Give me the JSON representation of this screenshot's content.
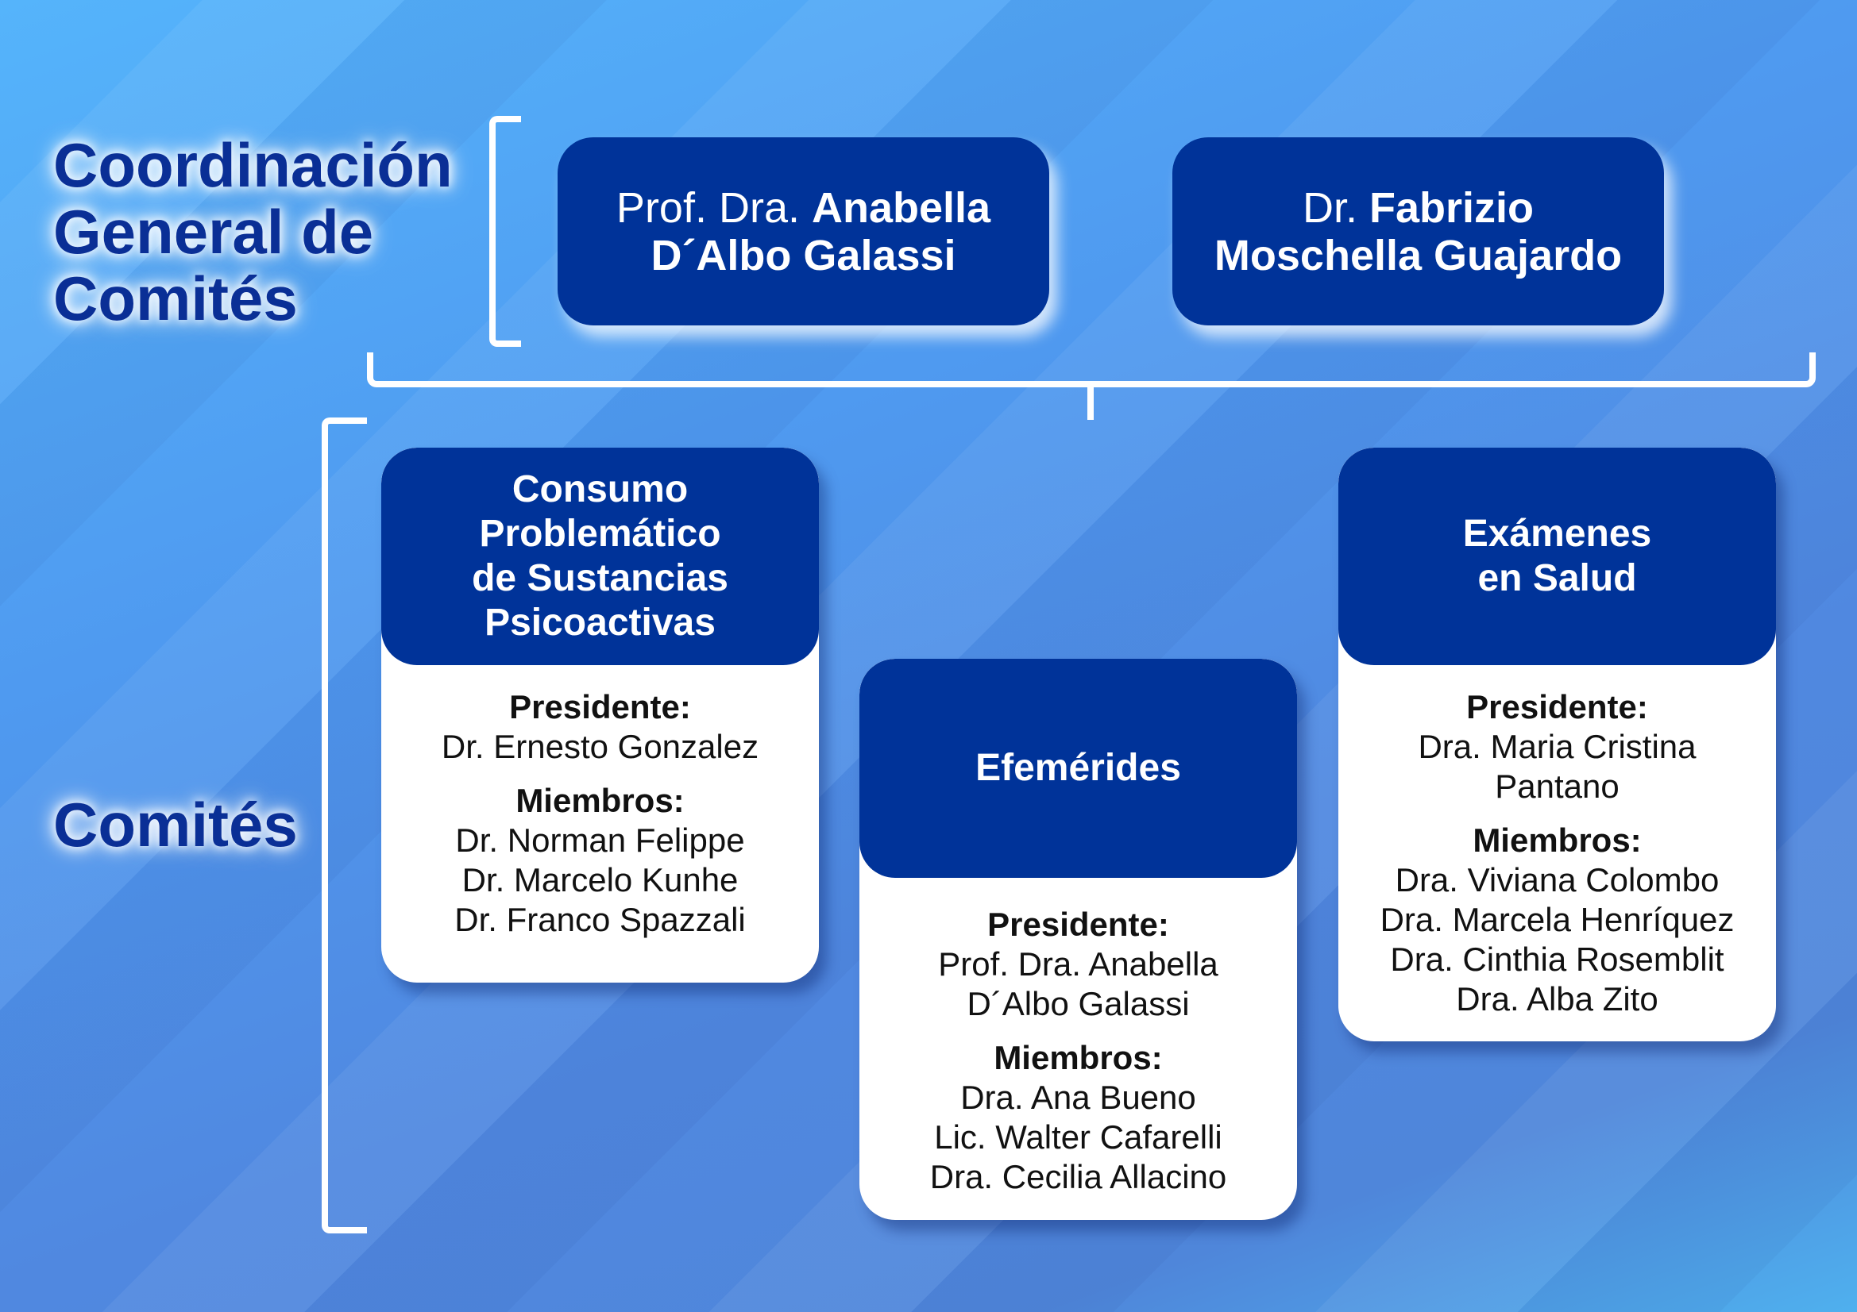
{
  "coordination": {
    "title_lines": [
      "Coordinación",
      "General de",
      "Comités"
    ],
    "people": [
      {
        "prefix": "Prof. Dra.",
        "name_line1": "Anabella",
        "name_line2": "D´Albo Galassi"
      },
      {
        "prefix": "Dr.",
        "name_line1": "Fabrizio",
        "name_line2": "Moschella Guajardo"
      }
    ]
  },
  "committees": {
    "title": "Comités",
    "cards": [
      {
        "header_lines": [
          "Consumo",
          "Problemático",
          "de Sustancias",
          "Psicoactivas"
        ],
        "president_label": "Presidente:",
        "president": [
          "Dr. Ernesto Gonzalez"
        ],
        "members_label": "Miembros:",
        "members": [
          "Dr. Norman Felippe",
          "Dr. Marcelo Kunhe",
          "Dr. Franco Spazzali"
        ]
      },
      {
        "header_lines": [
          "Efemérides"
        ],
        "president_label": "Presidente:",
        "president": [
          "Prof. Dra. Anabella",
          "D´Albo Galassi"
        ],
        "members_label": "Miembros:",
        "members": [
          "Dra. Ana Bueno",
          "Lic. Walter Cafarelli",
          "Dra. Cecilia Allacino"
        ]
      },
      {
        "header_lines": [
          "Exámenes",
          "en Salud"
        ],
        "president_label": "Presidente:",
        "president": [
          "Dra. Maria Cristina",
          "Pantano"
        ],
        "members_label": "Miembros:",
        "members": [
          "Dra. Viviana Colombo",
          "Dra. Marcela Henríquez",
          "Dra. Cinthia Rosemblit",
          "Dra. Alba Zito"
        ]
      }
    ]
  }
}
